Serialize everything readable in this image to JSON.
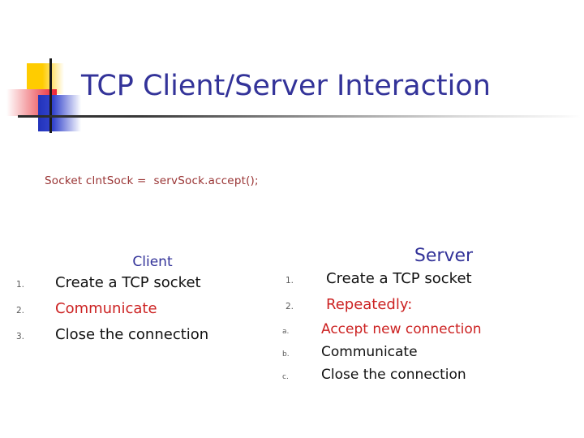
{
  "slide": {
    "title": "TCP Client/Server Interaction",
    "code_line": "Socket clntSock =  servSock.accept();",
    "colors": {
      "title_blue": "#333399",
      "heading_blue": "#333399",
      "code_red": "#993333",
      "emphasis_red": "#cc2222",
      "body_black": "#111111",
      "marker_gray": "#595959",
      "ornament_yellow": "#ffcc00",
      "ornament_red": "#ee2233",
      "ornament_blue": "#2233bb",
      "rule_dark": "#2a2a2a"
    }
  },
  "client": {
    "heading": "Client",
    "items": [
      {
        "marker": "1.",
        "text": "Create a TCP socket",
        "color": "black"
      },
      {
        "marker": "2.",
        "text": "Communicate",
        "color": "red"
      },
      {
        "marker": "3.",
        "text": "Close the connection",
        "color": "black"
      }
    ]
  },
  "server": {
    "heading": "Server",
    "items": [
      {
        "marker": "1.",
        "text": "Create a TCP socket",
        "color": "black"
      },
      {
        "marker": "2.",
        "text": "Repeatedly:",
        "color": "red"
      }
    ],
    "subitems": [
      {
        "marker": "a.",
        "text": "Accept new connection",
        "color": "red"
      },
      {
        "marker": "b.",
        "text": "Communicate",
        "color": "black"
      },
      {
        "marker": "c.",
        "text": "Close the connection",
        "color": "black"
      }
    ]
  }
}
